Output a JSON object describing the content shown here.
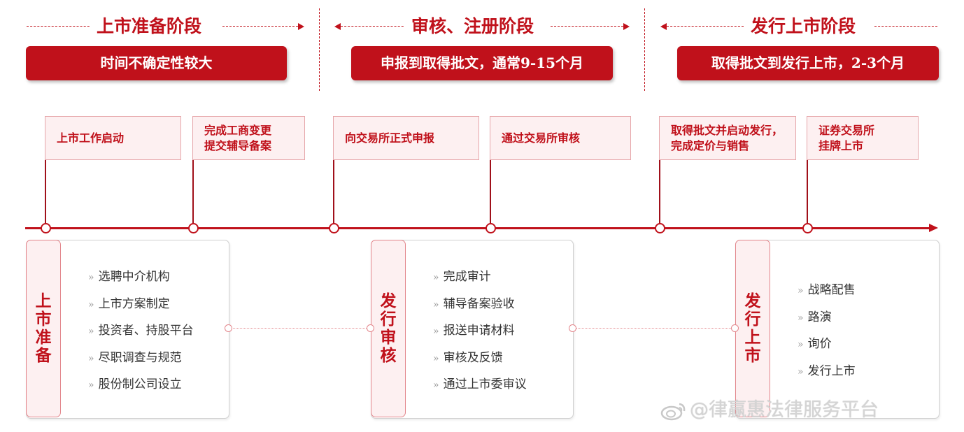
{
  "phases": [
    {
      "title": "上市准备阶段",
      "banner": "时间不确定性较大"
    },
    {
      "title": "审核、注册阶段",
      "banner": "申报到取得批文，通常9-15个月"
    },
    {
      "title": "发行上市阶段",
      "banner": "取得批文到发行上市，2-3个月"
    }
  ],
  "milestones": [
    {
      "line1": "上市工作启动",
      "line2": ""
    },
    {
      "line1": "完成工商变更",
      "line2": "提交辅导备案"
    },
    {
      "line1": "向交易所正式申报",
      "line2": ""
    },
    {
      "line1": "通过交易所审核",
      "line2": ""
    },
    {
      "line1": "取得批文并启动发行，",
      "line2": "完成定价与销售"
    },
    {
      "line1": "证券交易所",
      "line2": "挂牌上市"
    }
  ],
  "stages": [
    {
      "tab": [
        "上",
        "市",
        "准",
        "备"
      ],
      "items": [
        "选聘中介机构",
        "上市方案制定",
        "投资者、持股平台",
        "尽职调查与规范",
        "股份制公司设立"
      ]
    },
    {
      "tab": [
        "发",
        "行",
        "审",
        "核"
      ],
      "items": [
        "完成审计",
        "辅导备案验收",
        "报送申请材料",
        "审核及反馈",
        "通过上市委审议"
      ]
    },
    {
      "tab": [
        "发",
        "行",
        "上",
        "市"
      ],
      "items": [
        "战略配售",
        "路演",
        "询价",
        "发行上市"
      ]
    }
  ],
  "bullet": "»",
  "watermark": "@律赢惠法律服务平台",
  "colors": {
    "accent": "#c0111b",
    "light": "#fdf0f1"
  }
}
